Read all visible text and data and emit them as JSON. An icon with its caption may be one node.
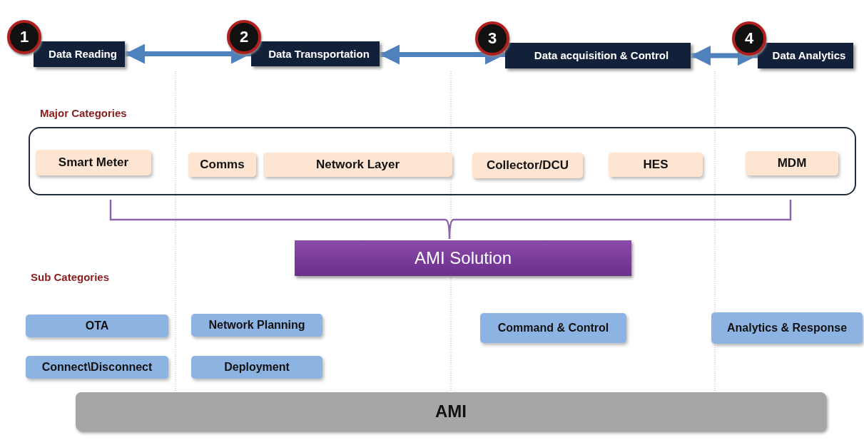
{
  "diagram": {
    "nodes": [
      {
        "text": [
          "1"
        ]
      },
      {
        "text": [
          "Data Reading"
        ]
      },
      {
        "text": [
          "2"
        ]
      },
      {
        "text": [
          "Data Transportation"
        ]
      },
      {
        "text": [
          "3"
        ]
      },
      {
        "text": [
          "Data acquisition  & Control"
        ]
      },
      {
        "text": [
          "4"
        ]
      },
      {
        "text": [
          "Data Analytics"
        ]
      },
      {
        "text": [
          "Major Categories"
        ]
      },
      {
        "text": [
          "Smart Meter"
        ],
        "in": 8
      },
      {
        "text": [
          "Comms"
        ],
        "in": 8
      },
      {
        "text": [
          "Network Layer"
        ],
        "in": 8
      },
      {
        "text": [
          "Collector/DCU"
        ],
        "in": 8
      },
      {
        "text": [
          "HES"
        ],
        "in": 8
      },
      {
        "text": [
          "MDM"
        ],
        "in": 8
      },
      {
        "text": [
          "AMI Solution"
        ]
      },
      {
        "text": [
          "OTA"
        ]
      },
      {
        "text": [
          "Network Planning"
        ]
      },
      {
        "text": [
          "Command & Control"
        ]
      },
      {
        "text": [
          "Analytics & Response"
        ]
      },
      {
        "text": [
          "Connect\\Disconnect"
        ]
      },
      {
        "text": [
          "Deployment"
        ]
      },
      {
        "text": [
          "AMI"
        ]
      }
    ],
    "edges": [
      {
        "from": 1,
        "to": 3,
        "arrow": "both"
      },
      {
        "from": 3,
        "to": 5,
        "arrow": "both"
      },
      {
        "from": 5,
        "to": 7,
        "arrow": "both"
      }
    ],
    "labels": [
      "Sub Categories"
    ]
  }
}
